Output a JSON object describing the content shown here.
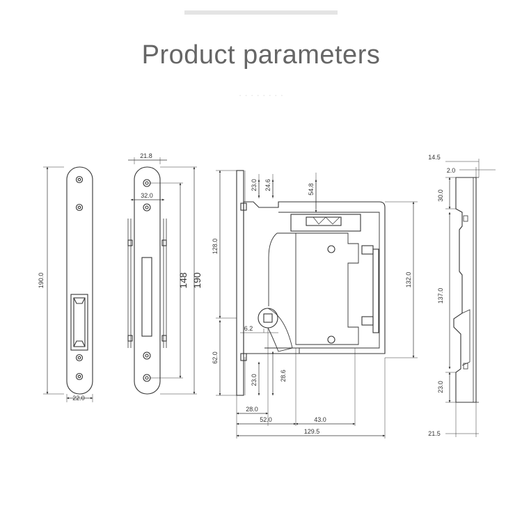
{
  "title": "Product parameters",
  "front_plate": {
    "height": "190.0",
    "width": "22.0"
  },
  "strike_plate": {
    "top_width": "21.8",
    "inner_width": "32.0",
    "hole_spacing": "148",
    "total_height": "190"
  },
  "lock_body": {
    "d_23_0_top": "23.0",
    "d_24_6": "24.6",
    "d_54_8": "54.8",
    "d_128_0": "128.0",
    "d_132_0": "132.0",
    "d_6_2": "6.2",
    "d_62_0": "62.0",
    "d_23_0_bottom": "23.0",
    "d_28_6": "28.6",
    "d_28_0": "28.0",
    "d_52_0": "52.0",
    "d_43_0": "43.0",
    "d_129_5": "129.5"
  },
  "side_view": {
    "d_14_5": "14.5",
    "d_2_0": "2.0",
    "d_30_0": "30.0",
    "d_137_0": "137.0",
    "d_23_0": "23.0",
    "d_21_5": "21.5"
  }
}
